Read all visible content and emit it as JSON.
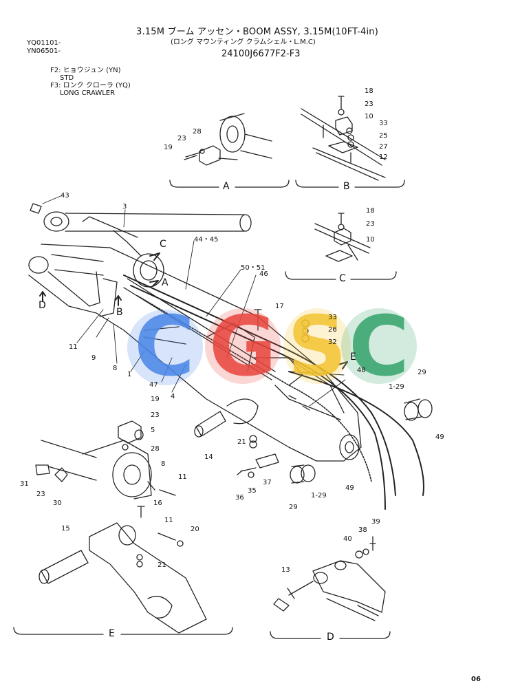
{
  "header": {
    "title": "3.15M ブーム アッセン・BOOM ASSY, 3.15M(10FT-4in)",
    "subtitle": "(ロング マウンティング クラムシェル・L.M.C)",
    "part_number": "24100J6677F2-F3",
    "serials": [
      "YQ01101-",
      "YN06501-"
    ],
    "notes": [
      "F2: ヒョウジュン (YN)",
      "STD",
      "F3: ロンク クローラ (YQ)",
      "LONG CRAWLER"
    ]
  },
  "sections": [
    "A",
    "B",
    "C",
    "D",
    "E"
  ],
  "callouts": {
    "a": [
      "19",
      "23",
      "28"
    ],
    "b": [
      "18",
      "23",
      "10",
      "33",
      "25",
      "27",
      "12"
    ],
    "c": [
      "18",
      "23",
      "10"
    ],
    "main": [
      "43",
      "3",
      "C",
      "A",
      "44・45",
      "50・51",
      "46",
      "D",
      "B",
      "17",
      "33",
      "26",
      "32",
      "11",
      "9",
      "8",
      "1",
      "47",
      "4",
      "E",
      "48",
      "29",
      "1-29",
      "49",
      "21",
      "14",
      "36",
      "35",
      "37",
      "29",
      "1-29",
      "49"
    ],
    "e": [
      "19",
      "23",
      "5",
      "28",
      "8",
      "11",
      "31",
      "23",
      "30",
      "16",
      "15",
      "11",
      "20",
      "21"
    ],
    "d": [
      "40",
      "38",
      "39",
      "13"
    ]
  },
  "watermark": {
    "letters": [
      "C",
      "G",
      "S",
      "C"
    ],
    "colors": [
      "#4a86e8",
      "#e8453c",
      "#f4c430",
      "#34a36a"
    ]
  },
  "page_number": "06"
}
